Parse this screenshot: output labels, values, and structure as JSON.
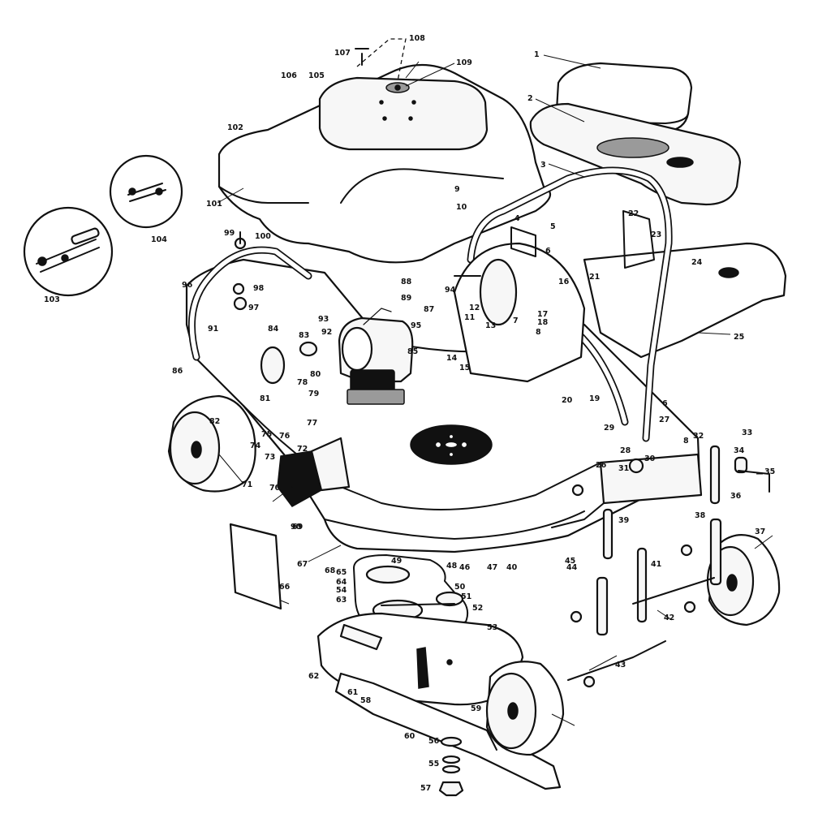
{
  "callouts": [
    "1",
    "2",
    "3",
    "4",
    "5",
    "6",
    "6",
    "7",
    "8",
    "8",
    "9",
    "10",
    "11",
    "12",
    "13",
    "14",
    "15",
    "16",
    "17",
    "18",
    "19",
    "20",
    "21",
    "22",
    "23",
    "24",
    "25",
    "26",
    "27",
    "28",
    "29",
    "30",
    "31",
    "32",
    "33",
    "34",
    "35",
    "36",
    "37",
    "38",
    "39",
    "40",
    "41",
    "42",
    "43",
    "44",
    "45",
    "46",
    "47",
    "48",
    "49",
    "50",
    "51",
    "52",
    "53",
    "54",
    "55",
    "56",
    "57",
    "58",
    "59",
    "60",
    "61",
    "62",
    "63",
    "64",
    "65",
    "66",
    "67",
    "68",
    "69",
    "70",
    "71",
    "72",
    "73",
    "74",
    "75",
    "76",
    "77",
    "78",
    "79",
    "80",
    "81",
    "82",
    "83",
    "84",
    "85",
    "86",
    "87",
    "88",
    "89",
    "90",
    "91",
    "92",
    "93",
    "94",
    "95",
    "96",
    "97",
    "98",
    "99",
    "100",
    "101",
    "102",
    "103",
    "104",
    "105",
    "106",
    "107",
    "108",
    "109"
  ]
}
